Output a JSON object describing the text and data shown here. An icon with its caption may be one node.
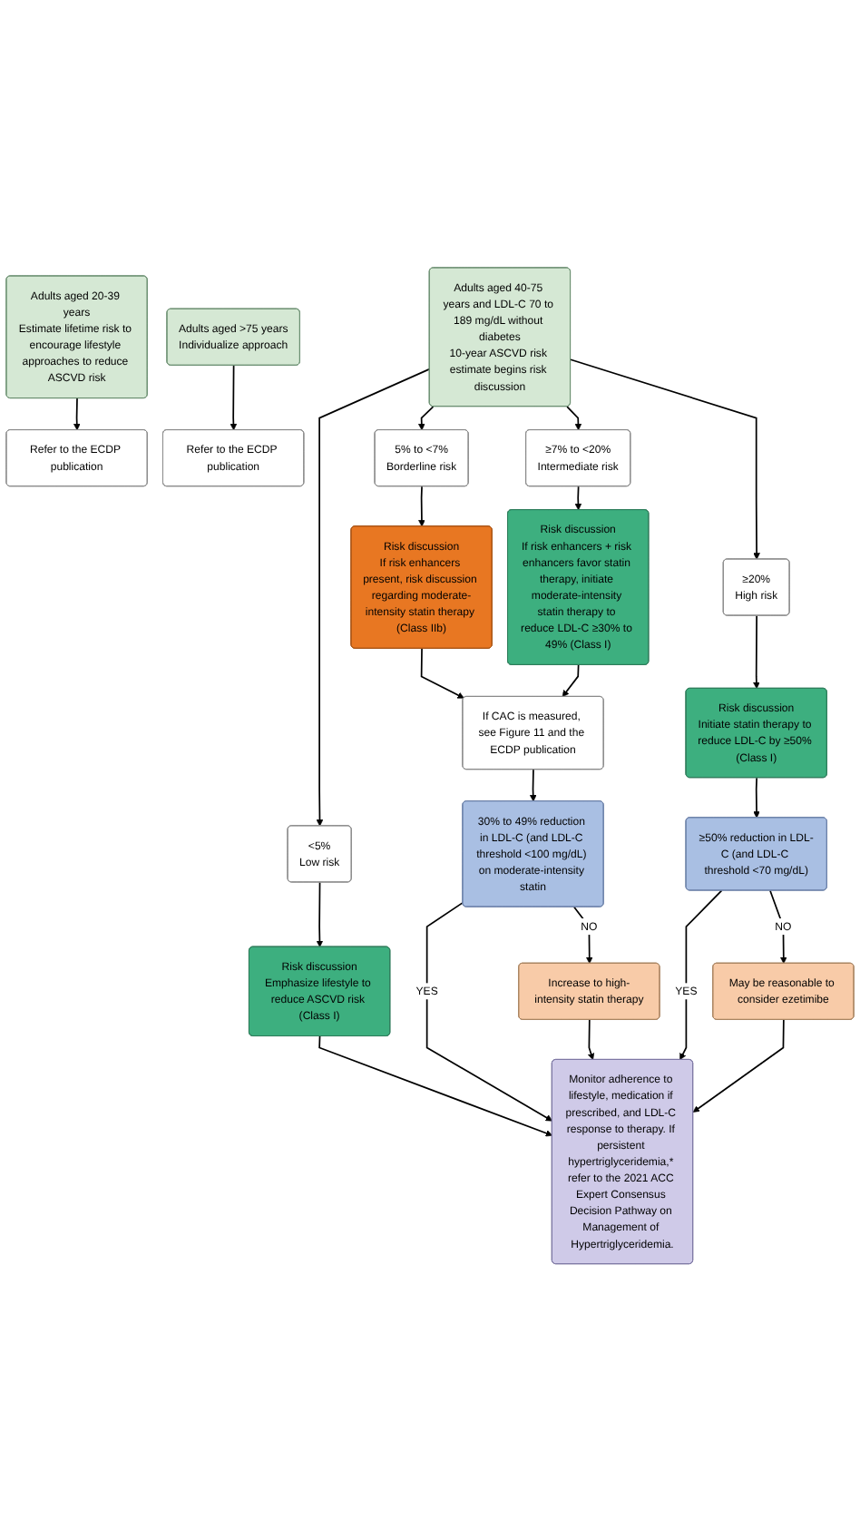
{
  "diagram": {
    "nodes": [
      {
        "text": [
          "Adults aged 20-39 years",
          "Estimate lifetime risk to encourage lifestyle approaches to reduce ASCVD risk"
        ]
      },
      {
        "text": [
          "Adults aged 40-75 years and LDL-C 70 to 189 mg/dL without diabetes",
          "10-year ASCVD risk estimate begins risk discussion"
        ]
      },
      {
        "text": [
          "Adults aged >75 years",
          "Individualize approach"
        ]
      },
      {
        "text": [
          "Refer to the ECDP publication"
        ]
      },
      {
        "text": [
          "Refer to the ECDP publication"
        ]
      },
      {
        "text": [
          "<5%",
          "Low risk"
        ]
      },
      {
        "text": [
          "5% to <7%",
          "Borderline risk"
        ]
      },
      {
        "text": [
          "≥7% to <20%",
          "Intermediate risk"
        ]
      },
      {
        "text": [
          "≥20%",
          "High risk"
        ]
      },
      {
        "text": [
          "Risk discussion",
          "Emphasize lifestyle to reduce ASCVD risk (Class I)"
        ]
      },
      {
        "text": [
          "Risk discussion",
          "If risk enhancers present, risk discussion regarding moderate-intensity statin therapy (Class IIb)"
        ]
      },
      {
        "text": [
          "Risk discussion",
          "If risk enhancers + risk enhancers favor statin therapy, initiate moderate-intensity statin therapy to reduce LDL-C ≥30% to 49% (Class I)"
        ]
      },
      {
        "text": [
          "Risk discussion",
          "Initiate statin therapy to reduce LDL-C by ≥50% (Class I)"
        ]
      },
      {
        "text": [
          "≥50% reduction in LDL-C (and LDL-C threshold <70 mg/dL)"
        ]
      },
      {
        "text": [
          "If CAC is measured, see Figure 11 and the ECDP publication"
        ]
      },
      {
        "text": [
          "30% to 49% reduction in LDL-C (and LDL-C threshold <100 mg/dL) on moderate-intensity statin"
        ]
      },
      {
        "text": [
          "May be reasonable to consider ezetimibe"
        ]
      },
      {
        "text": [
          "Increase to high-intensity statin therapy"
        ]
      },
      {
        "text": [
          "Monitor adherence to lifestyle, medication if prescribed, and LDL-C response to therapy. If persistent hypertriglyceridemia,* refer to the 2021 ACC Expert Consensus Decision Pathway on Management of Hypertriglyceridemia."
        ]
      }
    ],
    "edges": [
      {
        "from": 0,
        "to": 3,
        "arrow": "to"
      },
      {
        "from": 2,
        "to": 4,
        "arrow": "to"
      },
      {
        "from": 1,
        "to": 5,
        "arrow": "to"
      },
      {
        "from": 1,
        "to": 6,
        "arrow": "to"
      },
      {
        "from": 1,
        "to": 7,
        "arrow": "to"
      },
      {
        "from": 1,
        "to": 8,
        "arrow": "to"
      },
      {
        "from": 5,
        "to": 9,
        "arrow": "to"
      },
      {
        "from": 6,
        "to": 10,
        "arrow": "to"
      },
      {
        "from": 7,
        "to": 11,
        "arrow": "to"
      },
      {
        "from": 8,
        "to": 12,
        "arrow": "to"
      },
      {
        "from": 12,
        "to": 13,
        "arrow": "to"
      },
      {
        "from": 10,
        "to": 14,
        "arrow": "to"
      },
      {
        "from": 11,
        "to": 14,
        "arrow": "to"
      },
      {
        "from": 14,
        "to": 15,
        "arrow": "to"
      },
      {
        "from": 13,
        "to": 18,
        "label": "YES",
        "arrow": "to"
      },
      {
        "from": 13,
        "to": 16,
        "label": "NO",
        "arrow": "to"
      },
      {
        "from": 15,
        "to": 18,
        "label": "YES",
        "arrow": "to"
      },
      {
        "from": 15,
        "to": 17,
        "label": "NO",
        "arrow": "to"
      },
      {
        "from": 9,
        "to": 18,
        "arrow": "to"
      },
      {
        "from": 17,
        "to": 18,
        "arrow": "to"
      },
      {
        "from": 16,
        "to": 18,
        "arrow": "to"
      }
    ]
  }
}
